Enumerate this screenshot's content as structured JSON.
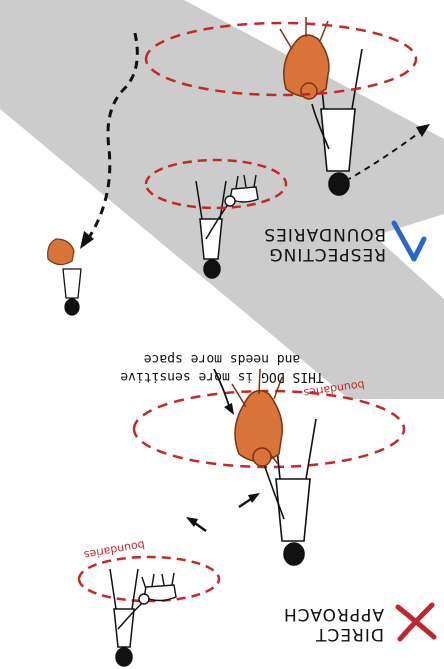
{
  "sections": {
    "bottom": {
      "title_line1": "DIRECT",
      "title_line2": "APPROACH",
      "status_icon": "cross-icon",
      "status_color": "#c0262d"
    },
    "top": {
      "title_line1": "RESPECTING",
      "title_line2": "BOUNDARIES",
      "status_icon": "check-icon",
      "status_color": "#2a66c5"
    }
  },
  "callout": {
    "line1": "THIS DOG is more sensitive",
    "line2": "and needs more space"
  },
  "boundary_label": "boundaries",
  "colors": {
    "ground": "#cccccc",
    "boundary": "#c62828",
    "dog": "#d9733a",
    "ink": "#111111"
  }
}
